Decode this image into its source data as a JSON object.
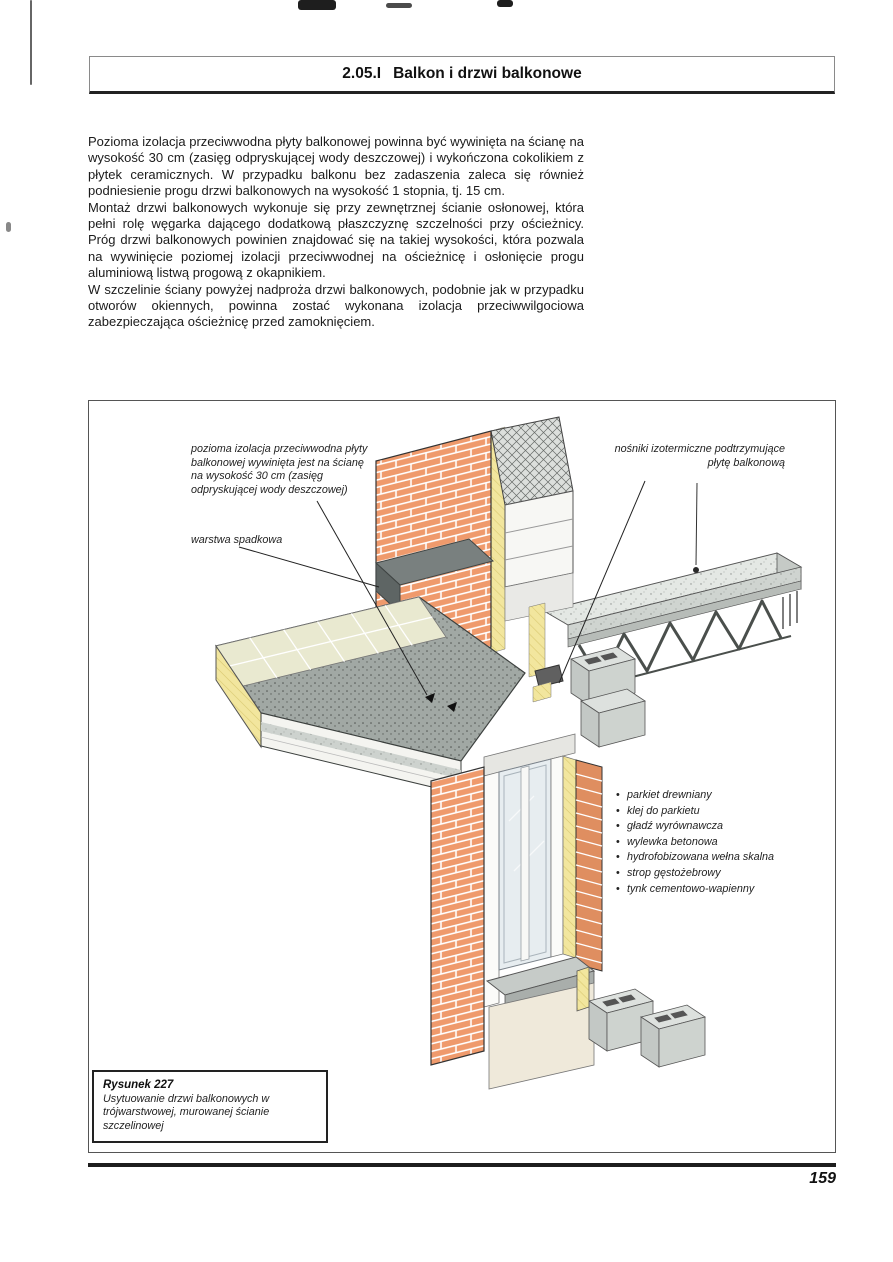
{
  "header": {
    "number": "2.05.I",
    "title": "Balkon i drzwi balkonowe"
  },
  "body": {
    "paragraphs": [
      "Pozioma izolacja przeciwwodna płyty balkonowej powinna być wywinięta na ścianę na wysokość 30 cm (zasięg odpryskującej wody deszczowej) i wykończona cokolikiem z płytek ceramicznych. W przypadku balkonu bez zadaszenia zaleca się również podniesienie progu drzwi balkonowych na wysokość 1 stopnia, tj. 15 cm.",
      "Montaż drzwi balkonowych wykonuje się przy zewnętrznej ścianie osłonowej, która pełni rolę węgarka dającego dodatkową płaszczyznę szczelności przy ościeżnicy. Próg drzwi balkonowych powinien znajdować się na takiej wysokości, która pozwala na wywinięcie poziomej izolacji przeciwwodnej na ościeżnicę i osłonięcie progu aluminiową listwą progową z okapnikiem.",
      "W szczelinie ściany powyżej nadproża drzwi balkonowych, podobnie jak w przypadku otworów okiennych, powinna zostać wykonana izolacja przeciwwilgociowa zabezpieczająca ościeżnicę przed zamoknięciem."
    ]
  },
  "figure": {
    "labels": {
      "izolacja": "pozioma izolacja przeciwwodna płyty balkonowej wywinięta jest na ścianę na wysokość 30 cm (zasięg odpryskującej wody deszczowej)",
      "warstwa": "warstwa spadkowa",
      "nosniki": "nośniki izotermiczne podtrzymujące płytę balkonową"
    },
    "layers": [
      "parkiet drewniany",
      "klej do parkietu",
      "gładź wyrównawcza",
      "wylewka betonowa",
      "hydrofobizowana wełna skalna",
      "strop gęstożebrowy",
      "tynk cementowo-wapienny"
    ],
    "caption": {
      "title": "Rysunek 227",
      "text": "Usytuowanie drzwi balkonowych w trójwarstwowej, murowanej ścianie szczelinowej"
    }
  },
  "footer": {
    "page_number": "159"
  },
  "colors": {
    "brick": "#ef9a6c",
    "insulation": "#f2e69e",
    "membrane_gray": "#a1a8a4",
    "tile": "#e9e9d0",
    "rule": "#1d1d1d"
  }
}
